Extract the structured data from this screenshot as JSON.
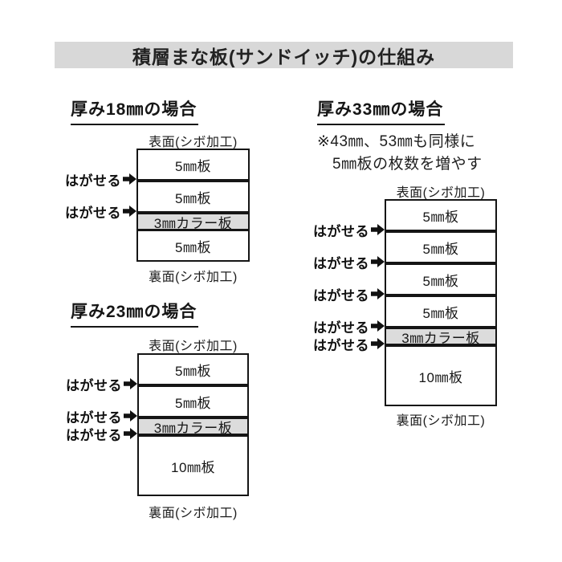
{
  "title": "積層まな板(サンドイッチ)の仕組み",
  "labels": {
    "peel": "はがせる"
  },
  "colors": {
    "title_bar_bg": "#d8d8d8",
    "color_band_bg": "#dcdcdc",
    "ink": "#1a1a1a"
  },
  "sections": [
    {
      "id": "18mm",
      "heading": "厚み18㎜の場合",
      "top_label": "表面(シボ加工)",
      "bottom_label": "裏面(シボ加工)",
      "layers": [
        {
          "label": "5㎜板"
        },
        {
          "label": "5㎜板"
        },
        {
          "label": "3㎜カラー板"
        },
        {
          "label": "5㎜板"
        }
      ],
      "peel_count": 2
    },
    {
      "id": "23mm",
      "heading": "厚み23㎜の場合",
      "top_label": "表面(シボ加工)",
      "bottom_label": "裏面(シボ加工)",
      "layers": [
        {
          "label": "5㎜板"
        },
        {
          "label": "5㎜板"
        },
        {
          "label": "3㎜カラー板"
        },
        {
          "label": "10㎜板"
        }
      ],
      "peel_count": 3
    },
    {
      "id": "33mm",
      "heading": "厚み33㎜の場合",
      "note_lines": [
        "※43㎜、53㎜も同様に",
        "5㎜板の枚数を増やす"
      ],
      "top_label": "表面(シボ加工)",
      "bottom_label": "裏面(シボ加工)",
      "layers": [
        {
          "label": "5㎜板"
        },
        {
          "label": "5㎜板"
        },
        {
          "label": "5㎜板"
        },
        {
          "label": "5㎜板"
        },
        {
          "label": "3㎜カラー板"
        },
        {
          "label": "10㎜板"
        }
      ],
      "peel_count": 5
    }
  ]
}
